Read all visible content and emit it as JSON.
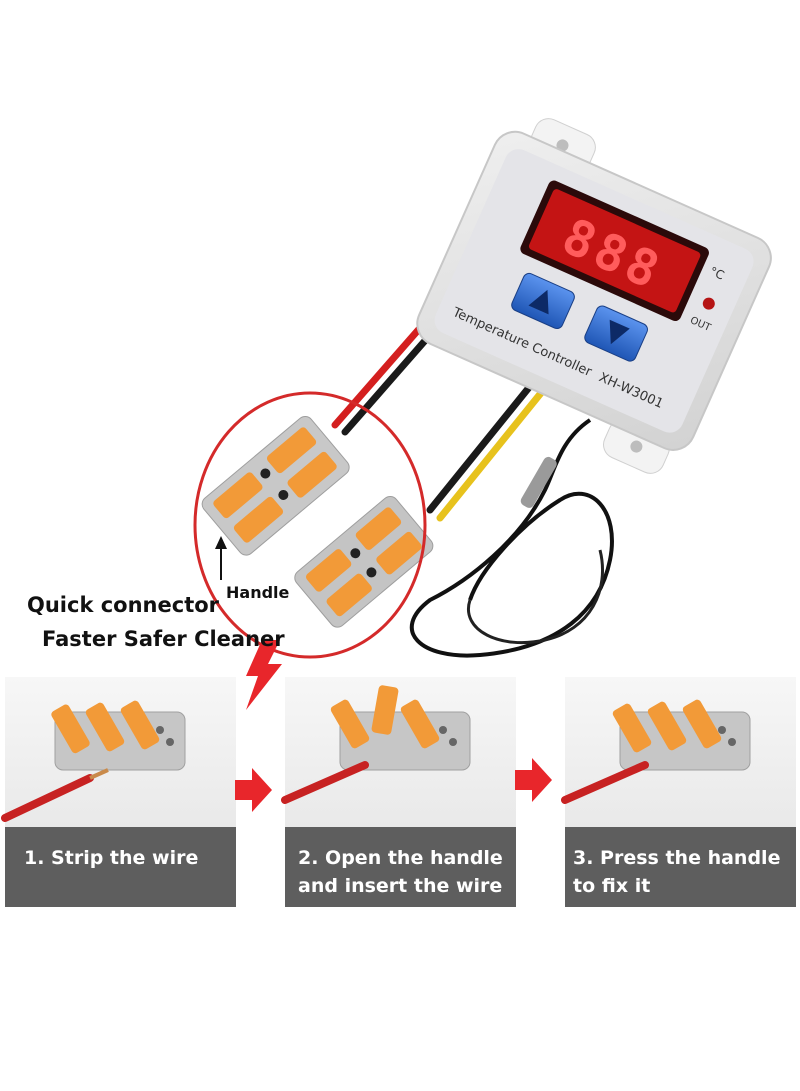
{
  "device": {
    "display_digits": "888",
    "unit_label": "°C",
    "out_label": "OUT",
    "title_label": "Temperature Controller",
    "model_label": "XH-W3001"
  },
  "callout": {
    "handle_label": "Handle",
    "headline": "Quick connector",
    "tagline": "Faster Safer Cleaner"
  },
  "steps": [
    {
      "line1": "1. Strip the wire",
      "line2": ""
    },
    {
      "line1": "2. Open the handle",
      "line2": "and insert the wire"
    },
    {
      "line1": "3. Press the handle",
      "line2": "to fix it"
    }
  ],
  "colors": {
    "arrow_red": "#e8262b",
    "caption_bar": "#5e5e5e",
    "connector_grey": "#bdbdbd",
    "lever_orange": "#f29a38",
    "display_red": "#e21a1a",
    "button_blue": "#2f6fd3"
  }
}
